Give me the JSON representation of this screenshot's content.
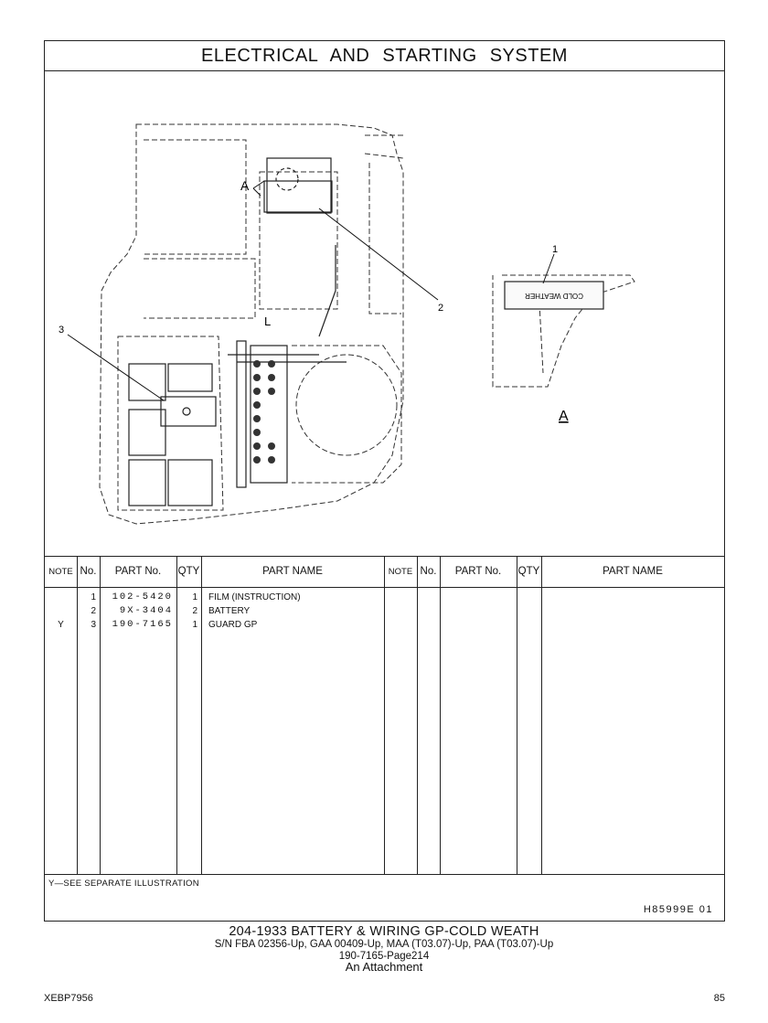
{
  "header": {
    "title": "ELECTRICAL AND STARTING SYSTEM"
  },
  "illustration": {
    "callouts": [
      "1",
      "2",
      "3"
    ],
    "view_label": "A",
    "view_label_2": "A",
    "view_letter_l": "L",
    "decal_text": "COLD WEATHER"
  },
  "table": {
    "headers": [
      "NOTE",
      "No.",
      "PART No.",
      "QTY",
      "PART NAME",
      "NOTE",
      "No.",
      "PART No.",
      "QTY",
      "PART NAME"
    ],
    "rows": [
      {
        "note": "",
        "no": "1",
        "part_no": "102-5420",
        "qty": "1",
        "name": "FILM (INSTRUCTION)"
      },
      {
        "note": "",
        "no": "2",
        "part_no": "9X-3404",
        "qty": "2",
        "name": "BATTERY"
      },
      {
        "note": "Y",
        "no": "3",
        "part_no": "190-7165",
        "qty": "1",
        "name": "GUARD GP"
      }
    ]
  },
  "footnote": "Y—SEE SEPARATE ILLUSTRATION",
  "illustration_number": "H85999E  01",
  "caption": {
    "line1": "204-1933  BATTERY & WIRING GP-COLD WEATH",
    "line2": "S/N FBA 02356-Up, GAA 00409-Up, MAA (T03.07)-Up, PAA (T03.07)-Up",
    "line3": "190-7165-Page214",
    "line4": "An Attachment"
  },
  "footer": {
    "doc_id": "XEBP7956",
    "page": "85"
  }
}
